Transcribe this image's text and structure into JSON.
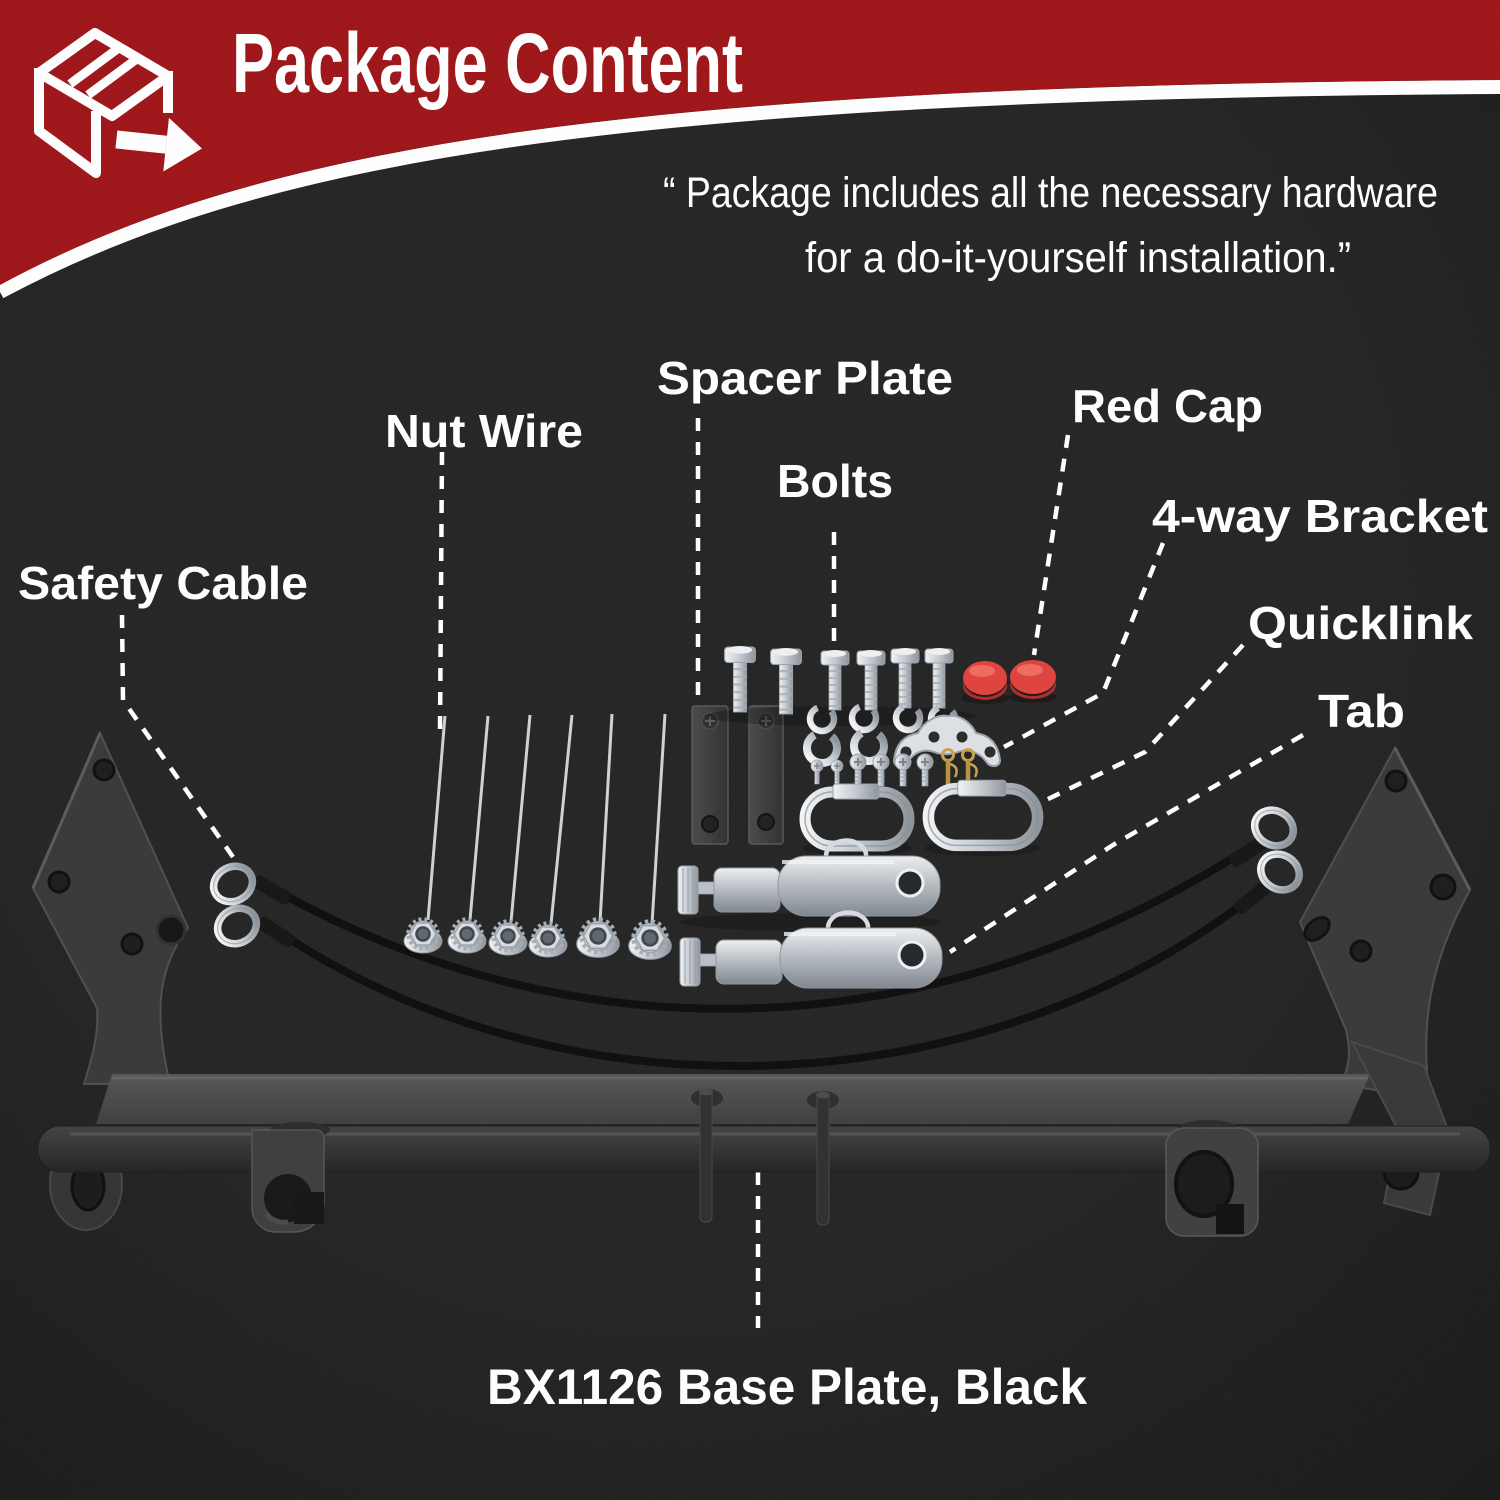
{
  "header": {
    "title": "Package Content",
    "icon": "package-box-arrow-icon"
  },
  "quote": {
    "line1": "“ Package includes all the necessary hardware",
    "line2": "for a do-it-yourself installation.”"
  },
  "part_labels": {
    "safety_cable": "Safety Cable",
    "nut_wire": "Nut Wire",
    "spacer_plate": "Spacer Plate",
    "bolts": "Bolts",
    "red_cap": "Red Cap",
    "four_way_bracket": "4-way Bracket",
    "quicklink": "Quicklink",
    "tab": "Tab",
    "base_plate": "BX1126 Base Plate, Black"
  },
  "colors": {
    "banner_red": "#9e1418",
    "cap_red": "#e0423c",
    "background": "#242424",
    "text": "#ffffff"
  }
}
